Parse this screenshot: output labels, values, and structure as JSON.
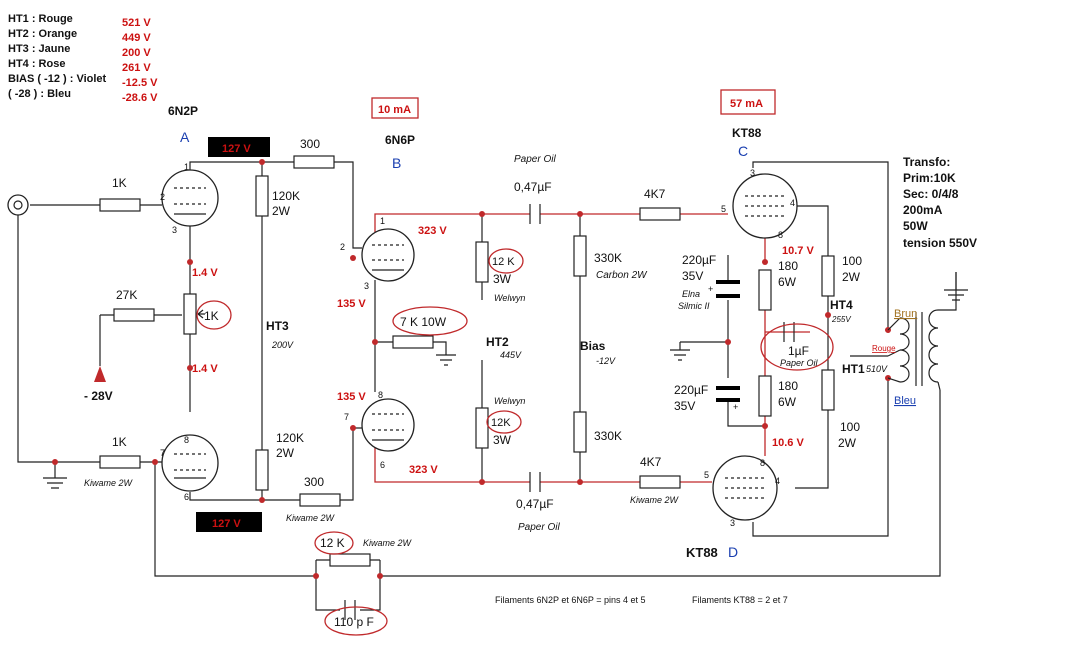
{
  "legend": {
    "rows": [
      {
        "label": "HT1 : Rouge",
        "value": "521 V"
      },
      {
        "label": "HT2 : Orange",
        "value": "449 V"
      },
      {
        "label": "HT3 : Jaune",
        "value": "200 V"
      },
      {
        "label": "HT4 : Rose",
        "value": "261 V"
      },
      {
        "label": "BIAS ( -12 ) : Violet",
        "value": "-12.5 V"
      },
      {
        "label": "( -28 ) : Bleu",
        "value": "-28.6 V"
      }
    ]
  },
  "tubes": {
    "a": {
      "type": "6N2P",
      "letter": "A"
    },
    "b": {
      "type": "6N6P",
      "letter": "B"
    },
    "c": {
      "type": "KT88",
      "letter": "C"
    },
    "d": {
      "type": "KT88",
      "letter": "D"
    }
  },
  "pins": [
    "1",
    "2",
    "3",
    "8",
    "7",
    "6",
    "1",
    "2",
    "3",
    "8",
    "7",
    "6",
    "3",
    "5",
    "4",
    "8",
    "8",
    "5",
    "4",
    "3"
  ],
  "currents": {
    "b": "10 mA",
    "c": "57 mA"
  },
  "voltages": {
    "a_top": "127 V",
    "a_bottom": "127 V",
    "a_k_top": "1.4 V",
    "a_k_bottom": "1.4 V",
    "b_p_top": "323 V",
    "b_p_bottom": "323 V",
    "b_k_top": "135 V",
    "b_k_bottom": "135 V",
    "c_k": "10.7 V",
    "d_k": "10.6 V",
    "neg": "- 28V"
  },
  "resistors": {
    "in1": "1K",
    "in2": "1K",
    "pot": "27K",
    "pot_val": "1K",
    "a_plate1": "300",
    "a_plate2": "300",
    "a_load1": "120K",
    "a_load1_w": "2W",
    "a_load2": "120K",
    "a_load2_w": "2W",
    "b_k": "7 K  10W",
    "b_p1": "12 K",
    "b_p1_w": "3W",
    "b_p2": "12K",
    "b_p2_w": "3W",
    "grid1": "330K",
    "grid2": "330K",
    "g1": "4K7",
    "g2": "4K7",
    "c_k": "180",
    "c_k_w": "6W",
    "d_k": "180",
    "d_k_w": "6W",
    "s1": "100",
    "s1_w": "2W",
    "s2": "100",
    "s2_w": "2W",
    "fb": "12 K"
  },
  "caps": {
    "c1": "0,47µF",
    "c2": "0,47µF",
    "e1": "220µF",
    "e1_v": "35V",
    "e2": "220µF",
    "e2_v": "35V",
    "k": "1µF",
    "fb": "110 p F"
  },
  "notes": {
    "paper_oil_1": "Paper Oil",
    "paper_oil_2": "Paper Oil",
    "paper_oil_3": "Paper Oil",
    "carbon": "Carbon 2W",
    "welwyn_1": "Welwyn",
    "welwyn_2": "Welwyn",
    "kiwame_1": "Kiwame 2W",
    "kiwame_2": "Kiwame 2W",
    "kiwame_3": "Kiwame 2W",
    "kiwame_4": "Kiwame 2W",
    "elna": "Elna",
    "silmic": "Silmic II",
    "v200": "200V",
    "v445": "445V",
    "v12": "-12V",
    "v255": "255V",
    "v510": "510V"
  },
  "rails": {
    "ht3": "HT3",
    "ht2": "HT2",
    "bias": "Bias",
    "ht4": "HT4",
    "ht1": "HT1"
  },
  "transformer": {
    "lines": [
      "Transfo:",
      "Prim:10K",
      "Sec: 0/4/8",
      "200mA",
      "50W",
      "tension 550V"
    ],
    "brun": "Brun",
    "rouge": "Rouge",
    "bleu": "Bleu"
  },
  "footer": {
    "fil1": "Filaments 6N2P  et 6N6P = pins 4 et 5",
    "fil2": "Filaments KT88 = 2 et 7"
  },
  "colors": {
    "red": "#c0292b",
    "blue": "#1a3fb0",
    "wire": "#222222"
  }
}
